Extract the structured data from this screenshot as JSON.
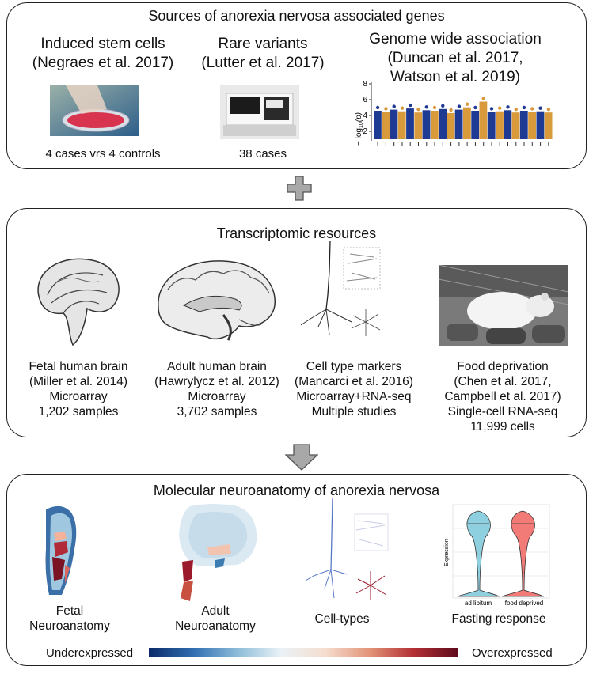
{
  "top": {
    "title": "Sources of anorexia nervosa associated genes",
    "stem": {
      "title": "Induced stem cells",
      "cite": "(Negraes et al. 2017)",
      "caption": "4 cases vrs 4 controls"
    },
    "rare": {
      "title": "Rare variants",
      "cite": "(Lutter et al. 2017)",
      "caption": "38 cases"
    },
    "gwas": {
      "title": "Genome wide association",
      "cite1": "(Duncan et al. 2017,",
      "cite2": "Watson et al. 2019)",
      "yticks": [
        "8",
        "6",
        "4",
        "2"
      ],
      "ylabel_prefix": "− log",
      "ylabel_sub": "10",
      "ylabel_suffix": "(p)"
    },
    "colors": {
      "blue": "#1f3a93",
      "orange": "#d89a3a"
    }
  },
  "middle": {
    "title": "Transcriptomic resources",
    "fetal": {
      "l1": "Fetal human brain",
      "l2": "(Miller et al. 2014)",
      "l3": "Microarray",
      "l4": "1,202 samples"
    },
    "adult": {
      "l1": "Adult human brain",
      "l2": "(Hawrylycz et al. 2012)",
      "l3": "Microarray",
      "l4": "3,702 samples"
    },
    "cell": {
      "l1": "Cell type markers",
      "l2": "(Mancarci et al. 2016)",
      "l3": "Microarray+RNA-seq",
      "l4": "Multiple studies"
    },
    "food": {
      "l1": "Food deprivation",
      "l2": "(Chen et al. 2017,",
      "l3": "Campbell et al. 2017)",
      "l4": "Single-cell RNA-seq",
      "l5": "11,999 cells"
    }
  },
  "bottom": {
    "title": "Molecular neuroanatomy of anorexia nervosa",
    "fetal_l1": "Fetal",
    "fetal_l2": "Neuroanatomy",
    "adult_l1": "Adult",
    "adult_l2": "Neuroanatomy",
    "cells": "Cell-types",
    "fasting": "Fasting response",
    "violin": {
      "ylabel": "Expression",
      "x1": "ad libitum",
      "x2": "food deprived",
      "color1": "#8fd0e0",
      "color2": "#f27b78"
    },
    "scale": {
      "low": "Underexpressed",
      "high": "Overexpressed"
    }
  }
}
